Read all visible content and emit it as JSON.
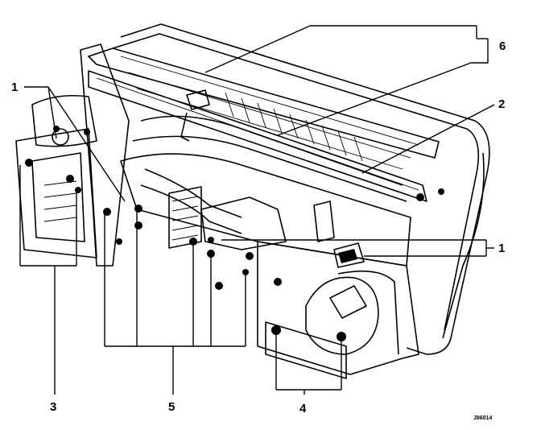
{
  "diagram": {
    "callouts": [
      {
        "id": "c1-left",
        "label": "1"
      },
      {
        "id": "c1-right",
        "label": "1"
      },
      {
        "id": "c2",
        "label": "2"
      },
      {
        "id": "c3",
        "label": "3"
      },
      {
        "id": "c4",
        "label": "4"
      },
      {
        "id": "c5",
        "label": "5"
      },
      {
        "id": "c6",
        "label": "6"
      }
    ],
    "reference_code": "J86014"
  },
  "icons": {
    "assembly": "heater-housing-assembly-drawing"
  }
}
